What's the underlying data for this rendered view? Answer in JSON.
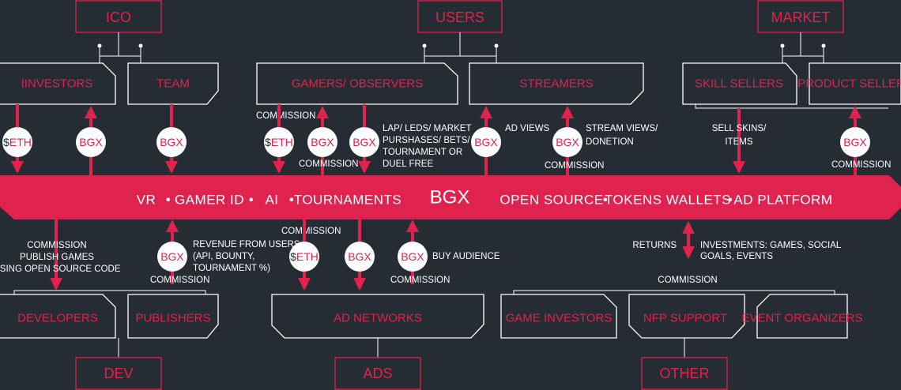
{
  "categories": {
    "ico": "ICO",
    "users": "USERS",
    "market": "MARKET",
    "dev": "DEV",
    "ads": "ADS",
    "other": "OTHER"
  },
  "nodes": {
    "investors": "IINVESTORS",
    "team": "TEAM",
    "gamers": "GAMERS/ OBSERVERS",
    "streamers": "STREAMERS",
    "skill_sellers": "SKILL SELLERS",
    "product_sellers": "PRODUCT SELLERS",
    "developers": "DEVELOPERS",
    "publishers": "PUBLISHERS",
    "ad_networks": "AD NETWORKS",
    "game_investors": "GAME INVESTORS",
    "nfp_support": "NFP SUPPORT",
    "event_organizers": "EVENT ORGANIZERS"
  },
  "band": {
    "vr": "VR",
    "gamer_id": "GAMER ID",
    "ai": "AI",
    "tournaments": "TOURNAMENTS",
    "center": "BGX",
    "open_source": "OPEN SOURCE",
    "tokens_wallets": "TOKENS WALLETS",
    "ad_platform": "AD PLATFORM",
    "separator": "•"
  },
  "tokens": {
    "eth_symbol": "$",
    "eth": "ETH",
    "bgx": "BGX"
  },
  "notes": {
    "commission": "COMMISSION",
    "lap_1": "LAP/ LEDS/ MARKET",
    "lap_2": "PURSHASES/ BETS/",
    "lap_3": "TOURNAMENT OR",
    "lap_4": "DUEL FREE",
    "ad_views": "AD VIEWS",
    "stream_1": "STREAM VIEWS/",
    "stream_2": "DONETION",
    "sell_1": "SELL SKINS/",
    "sell_2": "ITEMS",
    "dev_1": "COMMISSION",
    "dev_2": "PUBLISH GAMES",
    "dev_3": "USING OPEN SOURCE CODE",
    "rev_1": "REVENUE FROM USERS",
    "rev_2": "(API, BOUNTY,",
    "rev_3": "TOURNAMENT %)",
    "buy_audience": "BUY AUDIENCE",
    "returns": "RETURNS",
    "inv_1": "INVESTMENTS: GAMES, SOCIAL",
    "inv_2": "GOALS, EVENTS"
  },
  "colors": {
    "background": "#262c33",
    "accent": "#e0224e",
    "line": "#ffffff"
  }
}
